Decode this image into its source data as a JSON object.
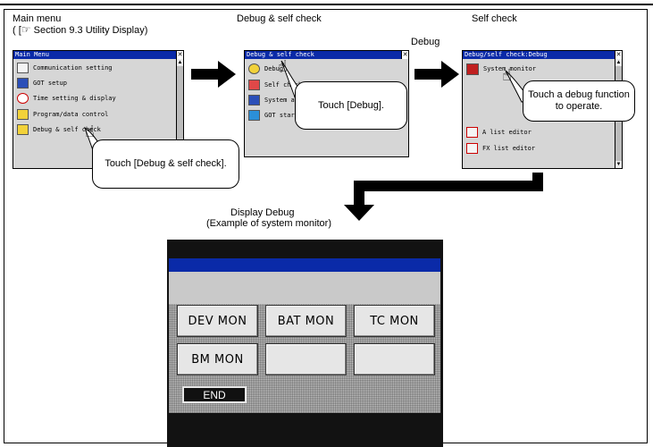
{
  "captions": {
    "main_menu": "Main menu",
    "section_ref": "Section 9.3 Utility Display)",
    "debug_self_check": "Debug & self check",
    "self_check": "Self check",
    "debug_label": "Debug",
    "display_debug": "Display Debug",
    "example": "(Example of system monitor)"
  },
  "screen1": {
    "title": "Main Menu",
    "items": [
      "Communication setting",
      "GOT setup",
      "Time setting & display",
      "Program/data control",
      "Debug & self check"
    ],
    "callout": "Touch [Debug & self check]."
  },
  "screen2": {
    "title": "Debug & self check",
    "items": [
      "Debug",
      "Self check",
      "System a",
      "GOT start t"
    ],
    "callout": "Touch [Debug]."
  },
  "screen3": {
    "title": "Debug/self check:Debug",
    "items": [
      "System monitor",
      "A list editor",
      "FX list editor"
    ],
    "callout": "Touch a debug function to operate."
  },
  "display": {
    "buttons": [
      "DEV MON",
      "BAT MON",
      "TC  MON",
      "BM  MON",
      "",
      ""
    ],
    "end_label": "END"
  },
  "colors": {
    "titlebar": "#0a2aa8",
    "screen_bg": "#d6d6d6",
    "display_bg": "#121212"
  }
}
